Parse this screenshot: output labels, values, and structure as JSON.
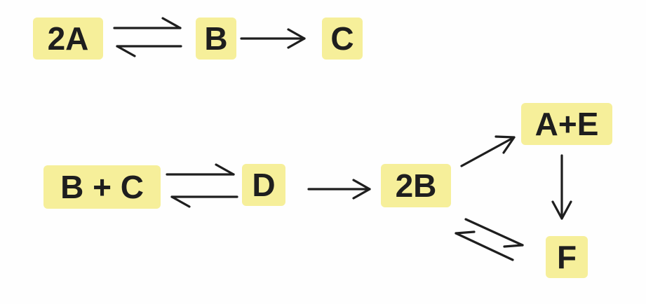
{
  "species": {
    "r1_2a": "2A",
    "r1_b": "B",
    "r1_c": "C",
    "r2_bc": "B + C",
    "r2_d": "D",
    "r2_2b": "2B",
    "r2_ae": "A+E",
    "r2_f": "F"
  },
  "colors": {
    "label_background": "#f6ef9a",
    "text": "#1e1e1e",
    "arrow": "#1e1e1e"
  }
}
